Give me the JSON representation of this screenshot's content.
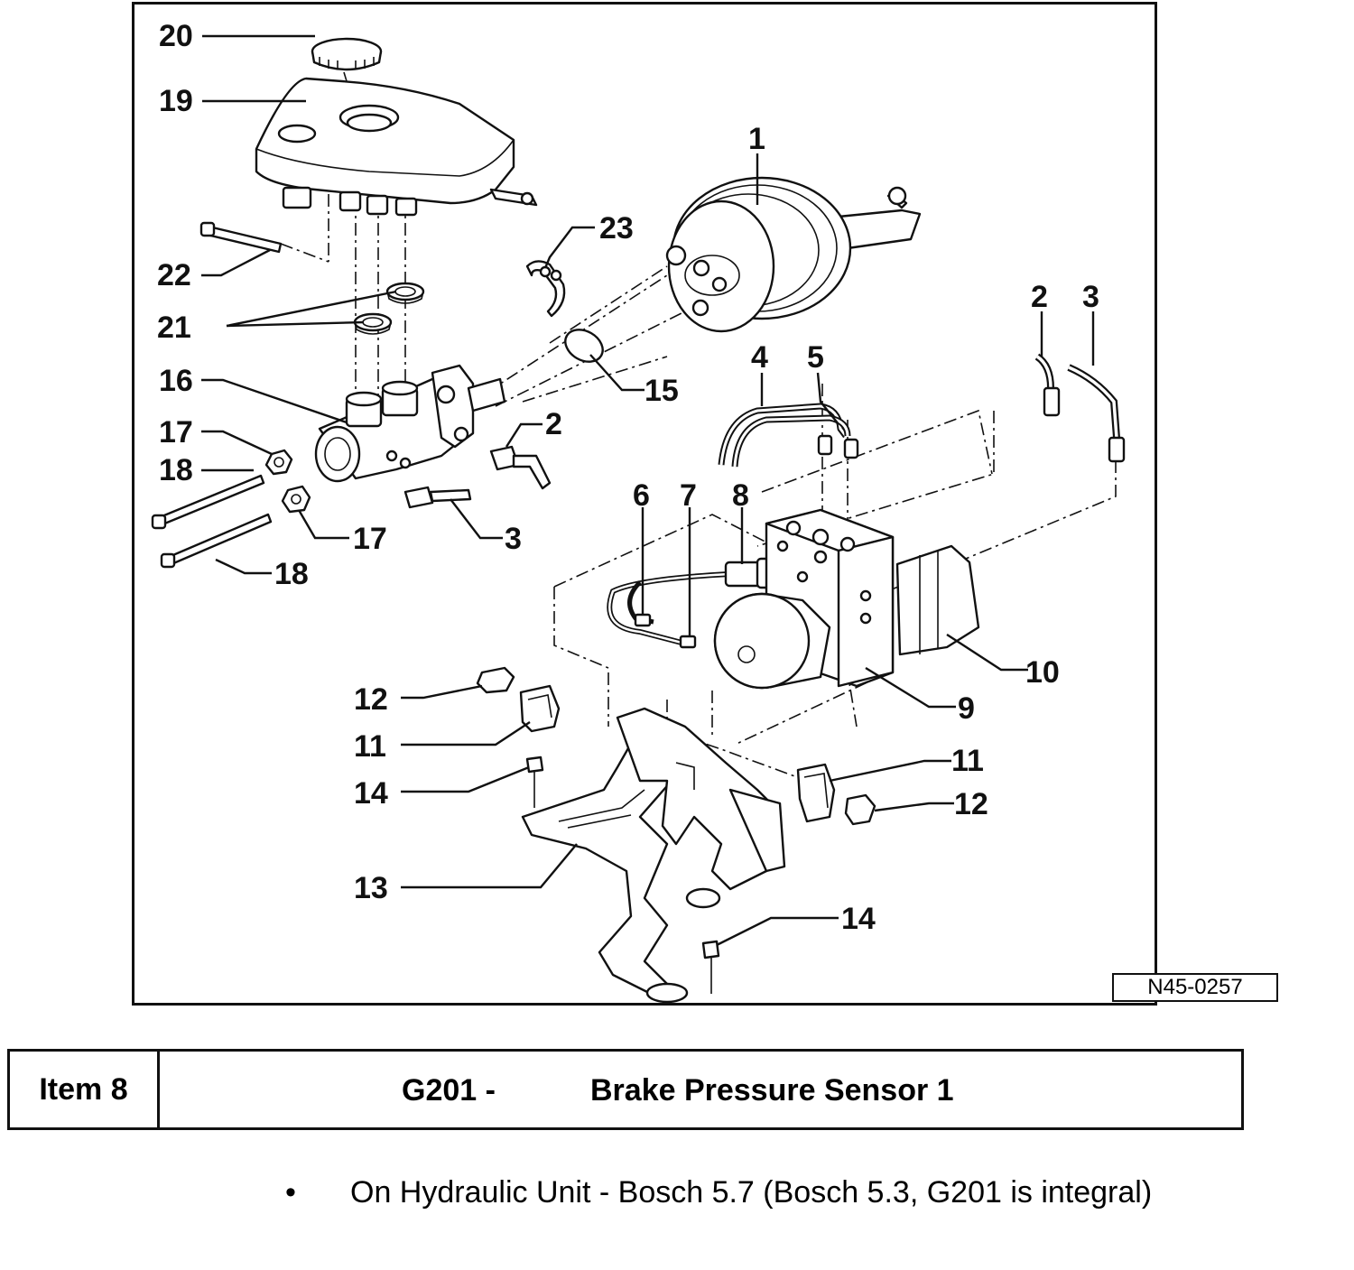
{
  "diagram": {
    "reference": "N45-0257",
    "callouts": [
      "20",
      "19",
      "1",
      "23",
      "22",
      "21",
      "2",
      "3",
      "16",
      "15",
      "4",
      "5",
      "17",
      "18",
      "17",
      "3",
      "18",
      "6",
      "7",
      "8",
      "10",
      "12",
      "9",
      "11",
      "11",
      "14",
      "12",
      "13",
      "14",
      "2"
    ]
  },
  "item_table": {
    "item": "Item 8",
    "code": "G201 -",
    "name": "Brake Pressure Sensor 1"
  },
  "note": {
    "bullet": "•",
    "text": "On Hydraulic Unit - Bosch 5.7 (Bosch 5.3, G201 is integral)"
  }
}
